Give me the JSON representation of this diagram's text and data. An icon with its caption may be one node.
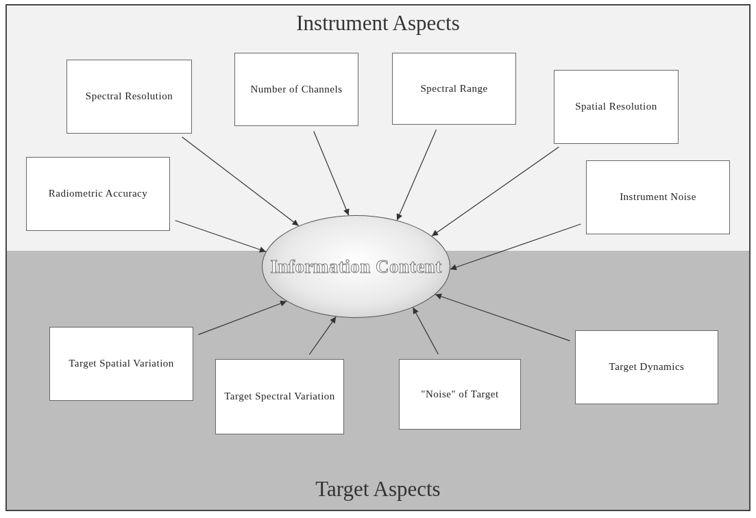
{
  "diagram": {
    "nodes": [
      {
        "text": [
          "Spectral Resolution"
        ]
      },
      {
        "text": [
          "Number of Channels"
        ]
      },
      {
        "text": [
          "Spectral Range"
        ]
      },
      {
        "text": [
          "Spatial Resolution"
        ]
      },
      {
        "text": [
          "Radiometric Accuracy"
        ]
      },
      {
        "text": [
          "Instrument Noise"
        ]
      },
      {
        "text": [
          "Information Content"
        ]
      },
      {
        "text": [
          "Target Spatial Variation"
        ]
      },
      {
        "text": [
          "Target Spectral Variation"
        ]
      },
      {
        "text": [
          "\"Noise\" of Target"
        ]
      },
      {
        "text": [
          "Target Dynamics"
        ]
      }
    ],
    "edges": [
      {
        "from": 0,
        "to": 6,
        "arrow": "to"
      },
      {
        "from": 1,
        "to": 6,
        "arrow": "to"
      },
      {
        "from": 2,
        "to": 6,
        "arrow": "to"
      },
      {
        "from": 3,
        "to": 6,
        "arrow": "to"
      },
      {
        "from": 4,
        "to": 6,
        "arrow": "to"
      },
      {
        "from": 5,
        "to": 6,
        "arrow": "to"
      },
      {
        "from": 7,
        "to": 6,
        "arrow": "to"
      },
      {
        "from": 8,
        "to": 6,
        "arrow": "to"
      },
      {
        "from": 9,
        "to": 6,
        "arrow": "to"
      },
      {
        "from": 10,
        "to": 6,
        "arrow": "to"
      }
    ],
    "labels": [
      "Instrument Aspects",
      "Target Aspects"
    ]
  }
}
